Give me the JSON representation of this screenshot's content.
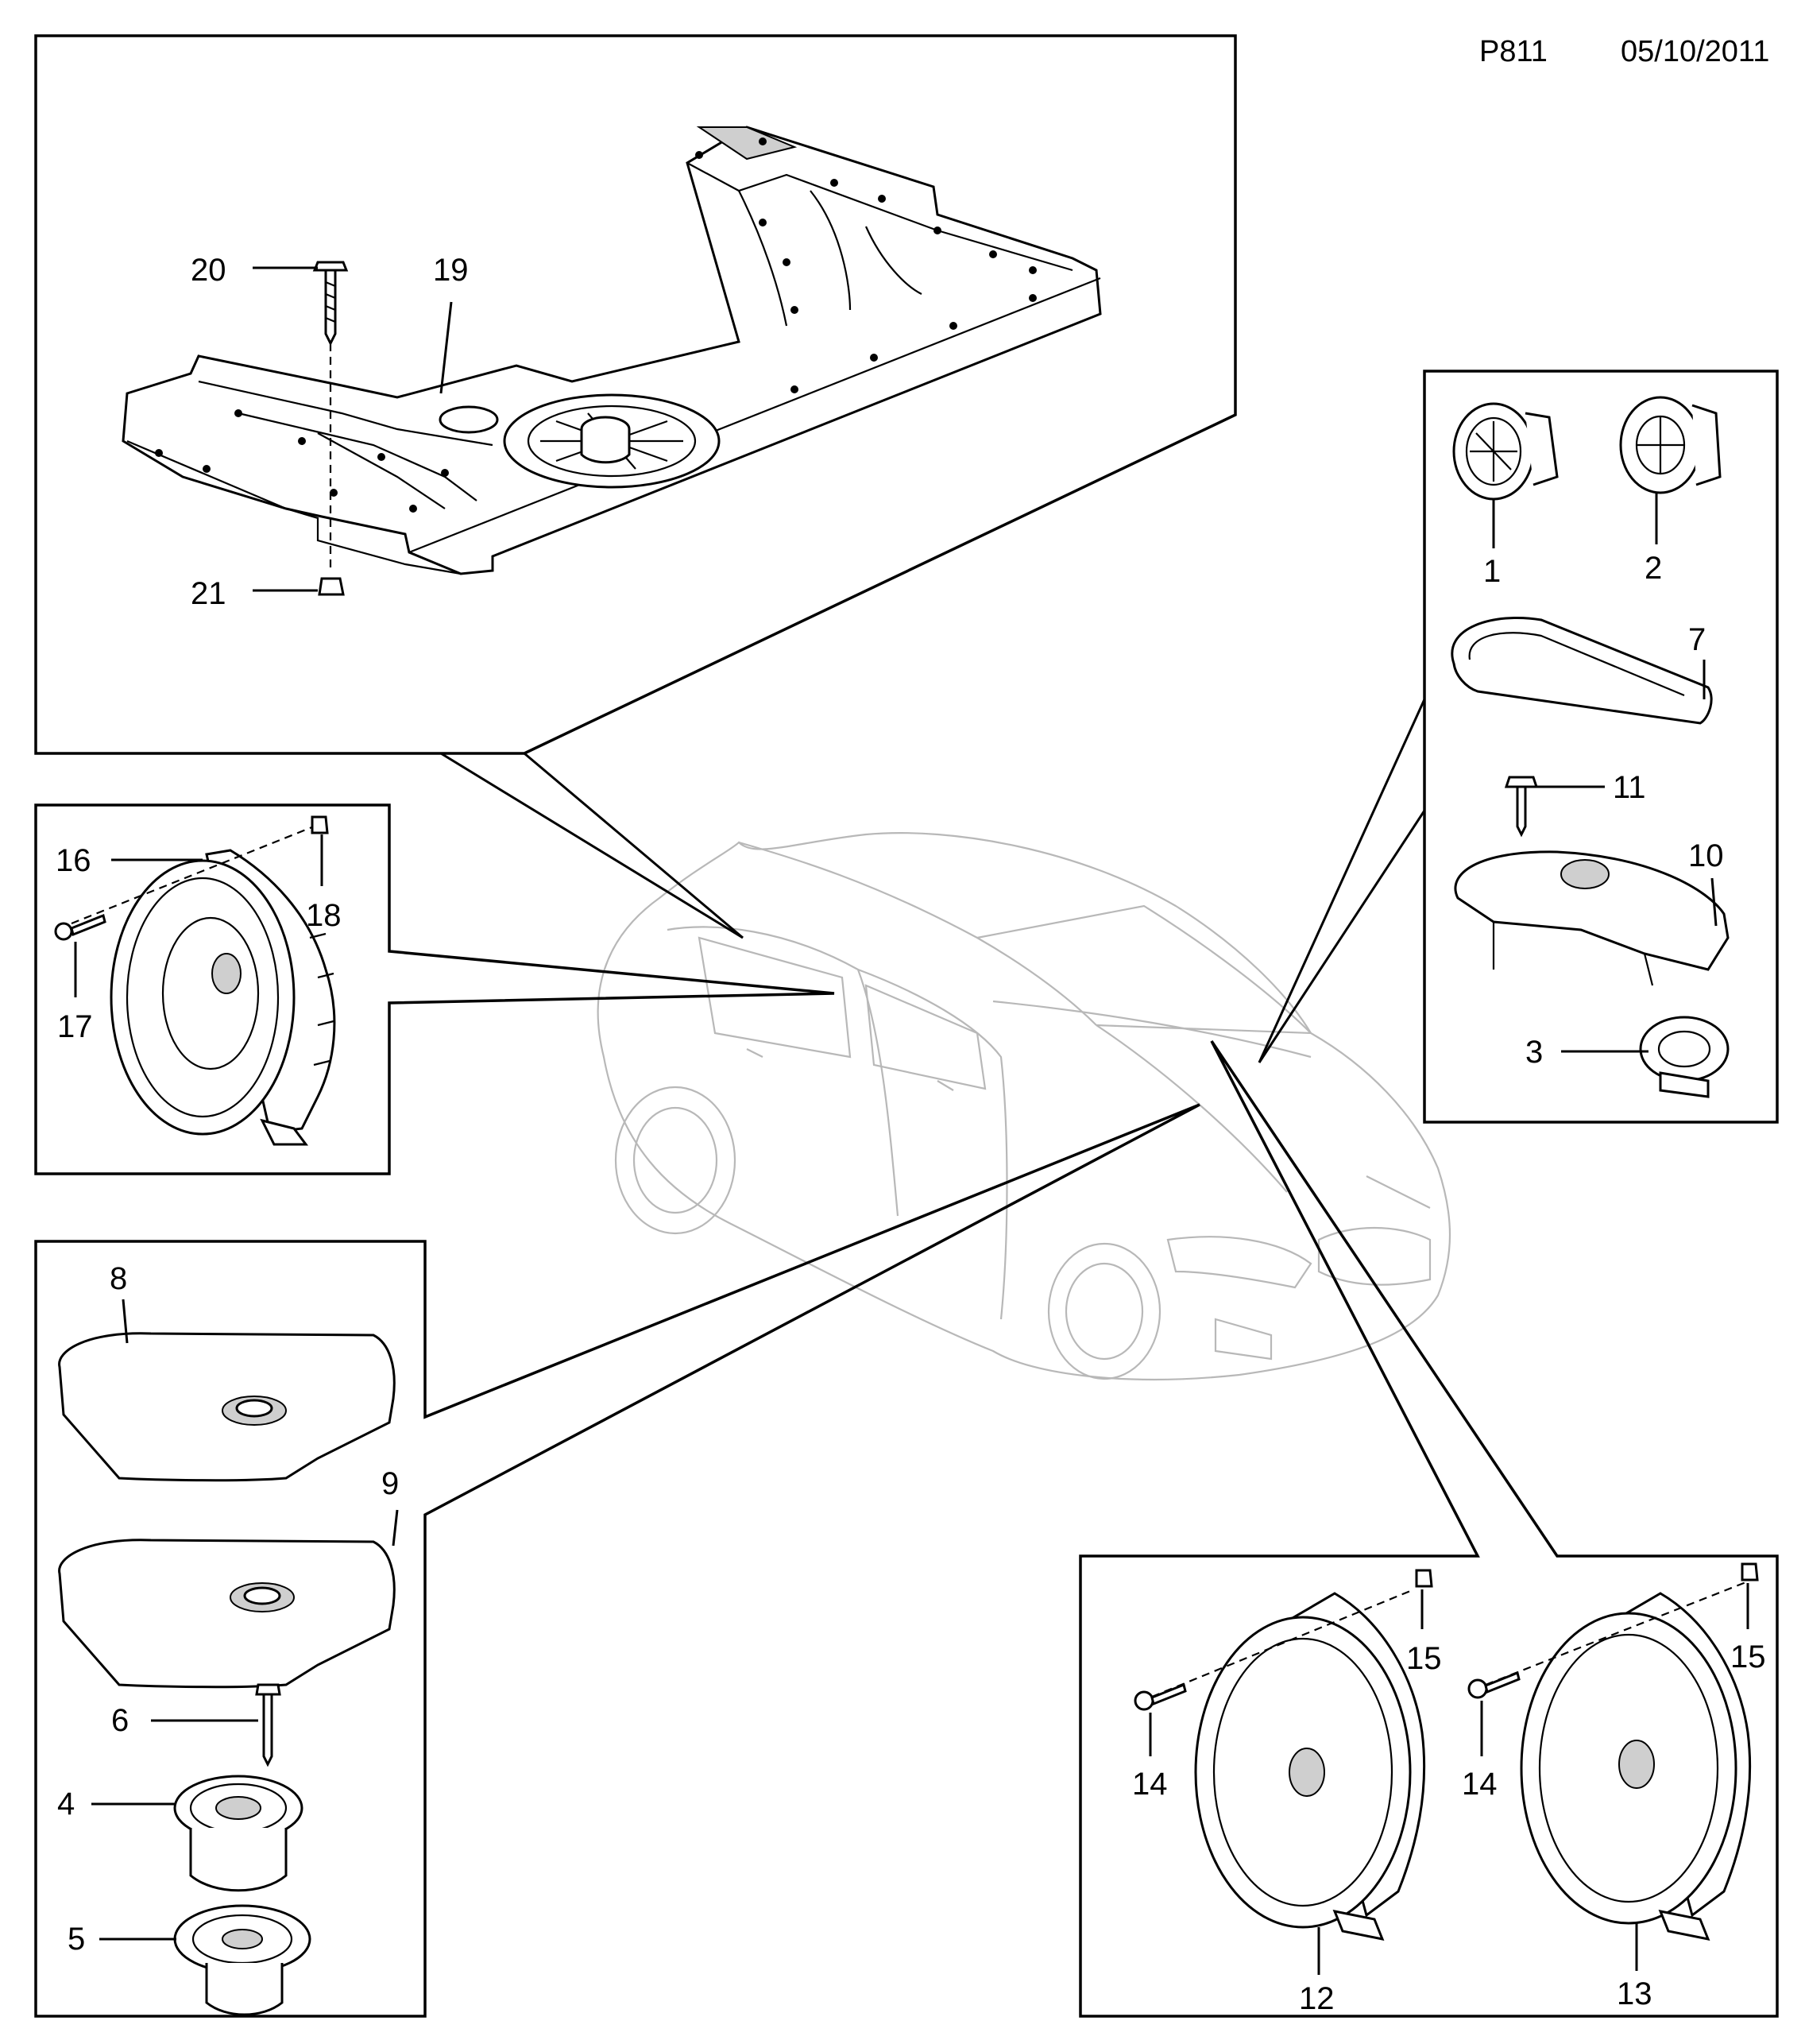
{
  "header": {
    "page_code": "P811",
    "date": "05/10/2011"
  },
  "callouts": {
    "c1": "1",
    "c2": "2",
    "c3": "3",
    "c4": "4",
    "c5": "5",
    "c6": "6",
    "c7": "7",
    "c8": "8",
    "c9": "9",
    "c10": "10",
    "c11": "11",
    "c12": "12",
    "c13": "13",
    "c14a": "14",
    "c14b": "14",
    "c15a": "15",
    "c15b": "15",
    "c16": "16",
    "c17": "17",
    "c18": "18",
    "c19": "19",
    "c20": "20",
    "c21": "21"
  },
  "colors": {
    "line": "#000000",
    "car_outline": "#b8b8b8",
    "background": "#ffffff"
  }
}
